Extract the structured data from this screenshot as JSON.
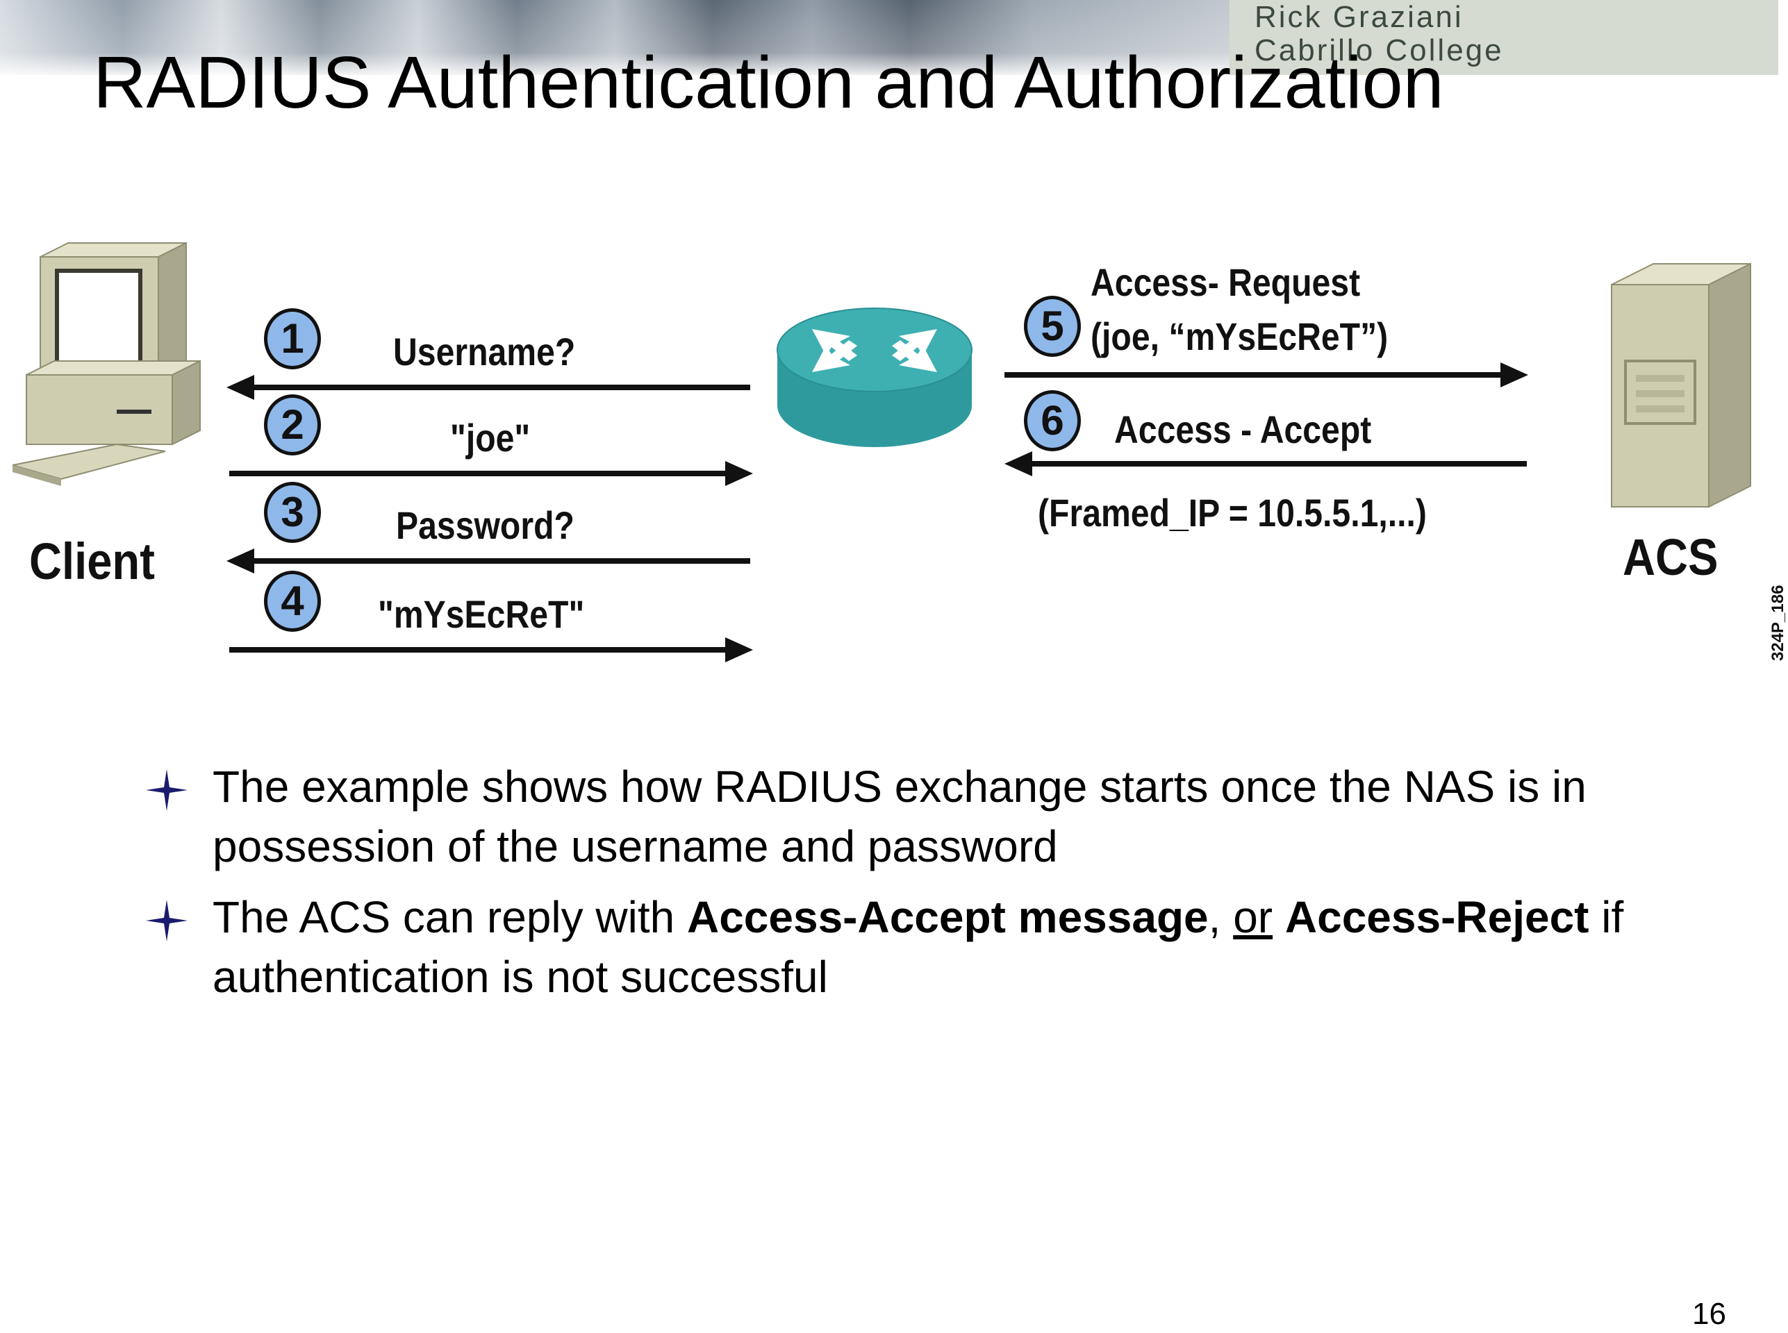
{
  "header": {
    "author_name": "Rick Graziani",
    "institution": "Cabrillo College"
  },
  "slide": {
    "title": "RADIUS Authentication and Authorization",
    "page_number": "16"
  },
  "diagram": {
    "client_label": "Client",
    "server_label": "ACS",
    "figure_code": "324P_186",
    "client_side_messages": [
      {
        "step": "1",
        "text": "Username?",
        "direction": "to-client"
      },
      {
        "step": "2",
        "text": "\"joe\"",
        "direction": "to-router"
      },
      {
        "step": "3",
        "text": "Password?",
        "direction": "to-client"
      },
      {
        "step": "4",
        "text": "\"mYsEcReT\"",
        "direction": "to-router"
      }
    ],
    "server_side_messages": [
      {
        "step": "5",
        "line1": "Access- Request",
        "line2": "(joe, “mYsEcReT”)",
        "direction": "to-server"
      },
      {
        "step": "6",
        "line1": "Access - Accept",
        "line2": "(Framed_IP = 10.5.5.1,...)",
        "direction": "to-router"
      }
    ]
  },
  "bullets": [
    {
      "text": "The example shows how RADIUS exchange starts once the NAS is in possession of the username and password"
    },
    {
      "part1": "The ACS can reply with ",
      "bold1": "Access-Accept message",
      "part2": ", ",
      "underlined": "or",
      "part3": " ",
      "bold2": "Access-Reject",
      "part4": " if authentication is not successful"
    }
  ],
  "colors": {
    "step_circle": "#8fb8ea",
    "router_body": "#2e9a9d",
    "router_top": "#3fb0b2",
    "device_beige": "#cfcdb0",
    "bullet_mark": "#1a1a6e"
  }
}
